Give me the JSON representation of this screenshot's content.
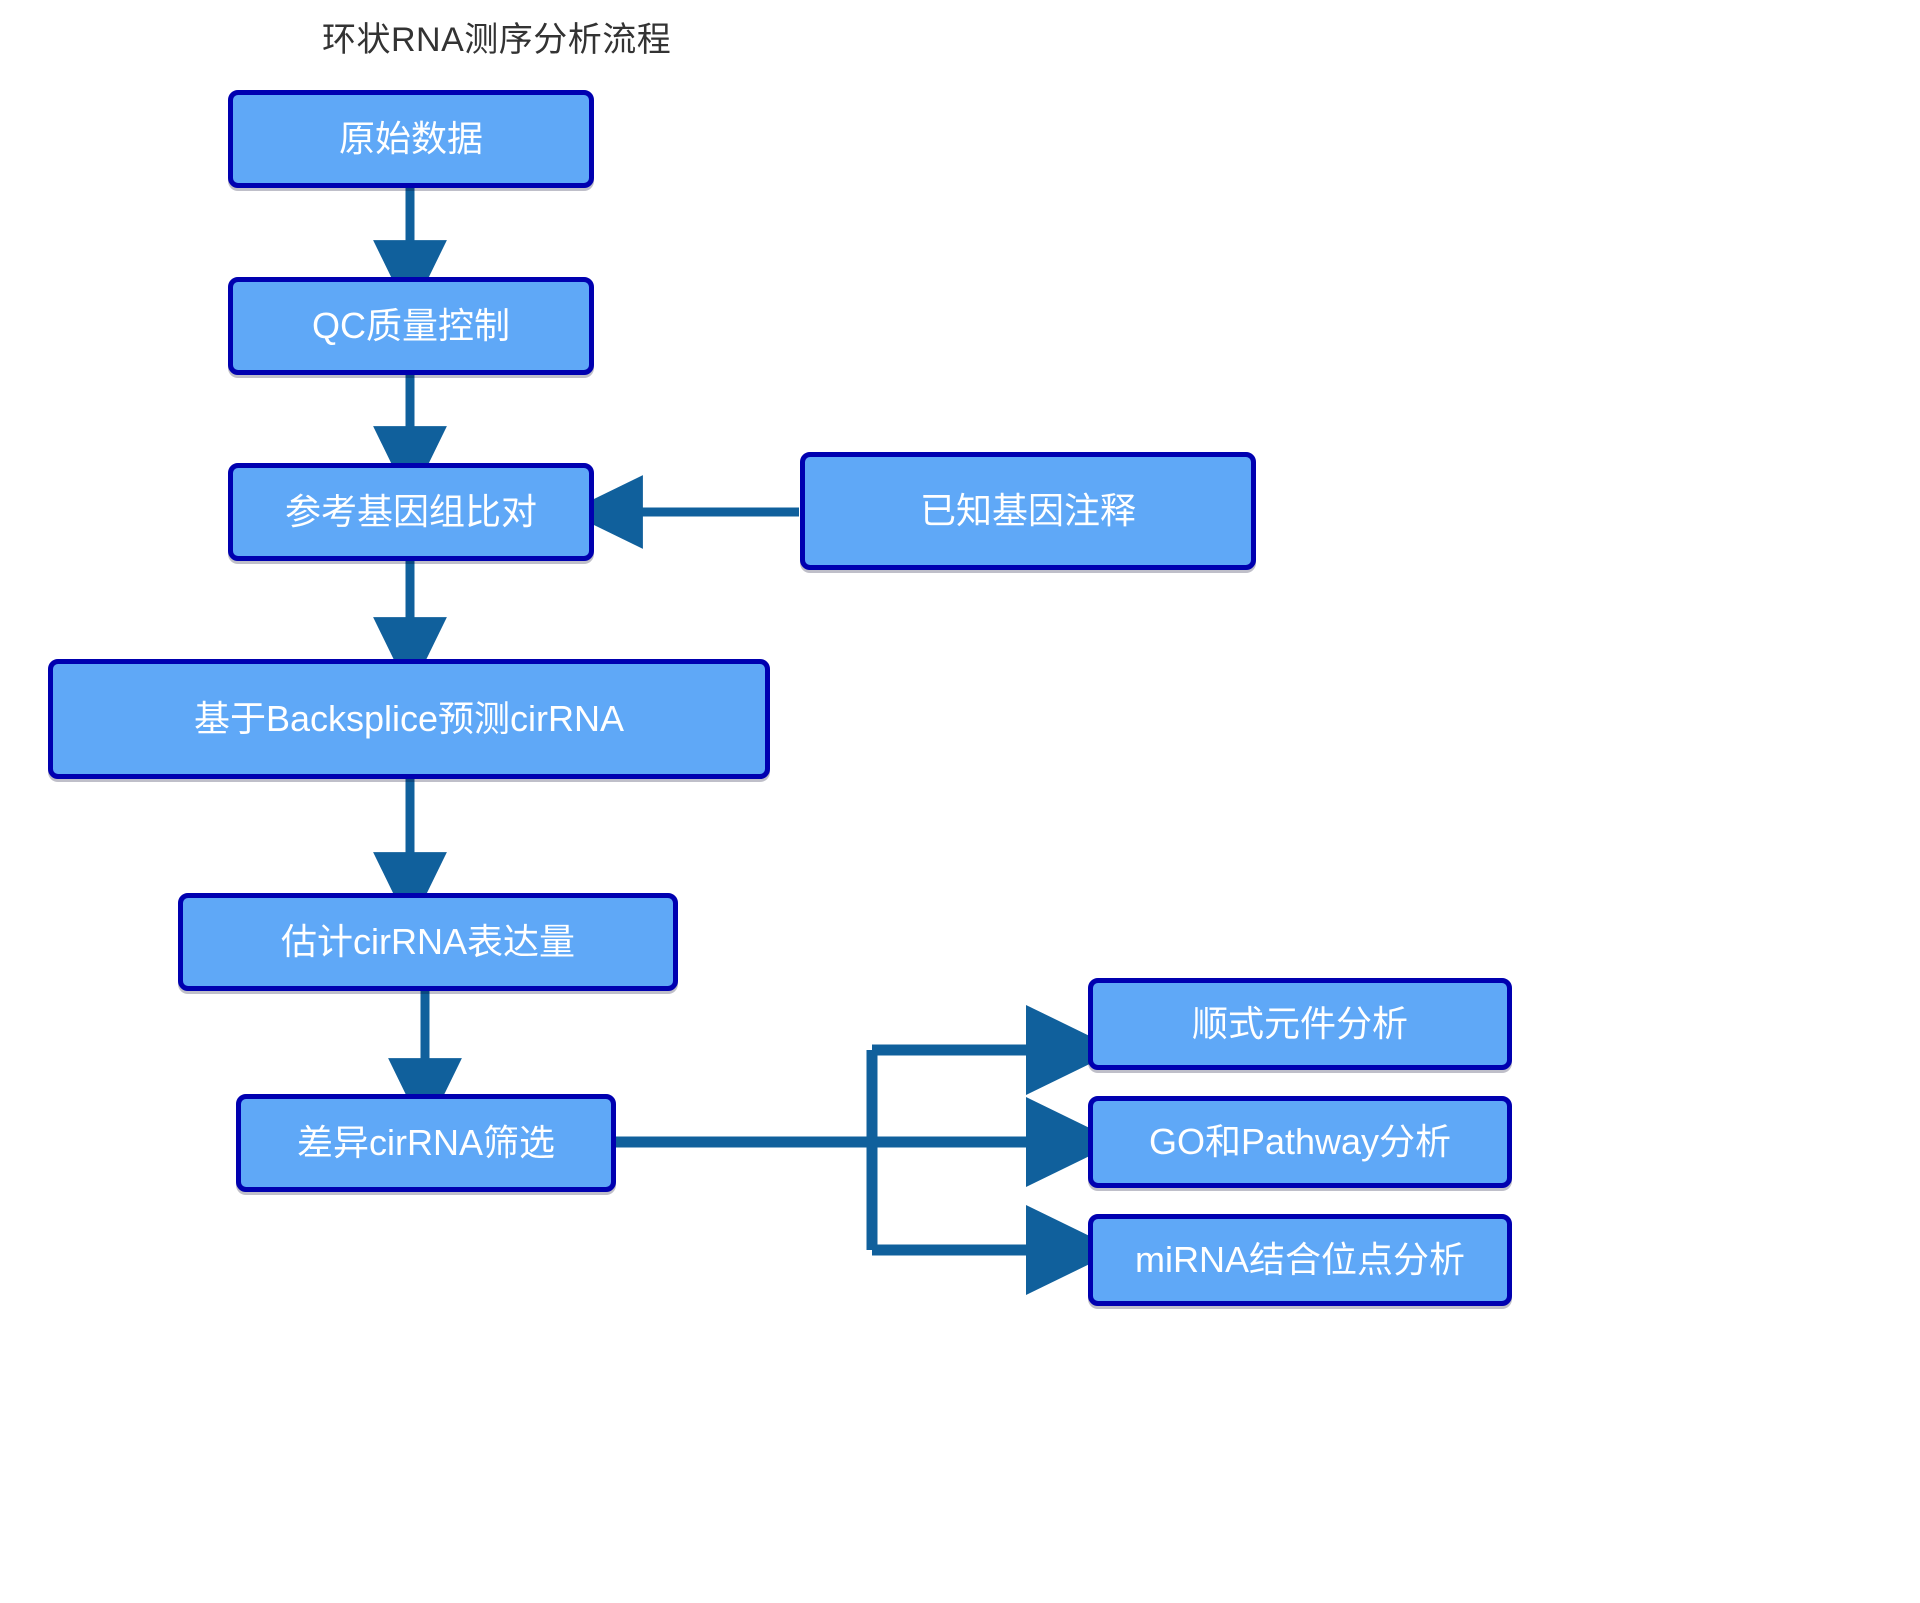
{
  "title": "环状RNA测序分析流程",
  "theme": {
    "node_fill": "#5FA8F7",
    "node_border": "#0000B0",
    "node_text": "#FFFFFF",
    "arrow": "#10609C",
    "title_text": "#333333",
    "background": "#FFFFFF"
  },
  "nodes": {
    "raw_data": "原始数据",
    "qc": "QC质量控制",
    "align": "参考基因组比对",
    "annotation": "已知基因注释",
    "backsplice": "基于Backsplice预测cirRNA",
    "expression": "估计cirRNA表达量",
    "diff": "差异cirRNA筛选",
    "cis_element": "顺式元件分析",
    "go_pathway": "GO和Pathway分析",
    "mirna_site": "miRNA结合位点分析"
  },
  "edges": [
    {
      "name": "raw-data-to-qc",
      "from": "raw_data",
      "to": "qc",
      "direction": "down"
    },
    {
      "name": "qc-to-align",
      "from": "qc",
      "to": "align",
      "direction": "down"
    },
    {
      "name": "annotation-to-align",
      "from": "annotation",
      "to": "align",
      "direction": "left"
    },
    {
      "name": "align-to-backsplice",
      "from": "align",
      "to": "backsplice",
      "direction": "down"
    },
    {
      "name": "backsplice-to-expression",
      "from": "backsplice",
      "to": "expression",
      "direction": "down"
    },
    {
      "name": "expression-to-diff",
      "from": "expression",
      "to": "diff",
      "direction": "down"
    },
    {
      "name": "diff-to-cis-element",
      "from": "diff",
      "to": "cis_element",
      "direction": "right"
    },
    {
      "name": "diff-to-go-pathway",
      "from": "diff",
      "to": "go_pathway",
      "direction": "right"
    },
    {
      "name": "diff-to-mirna-site",
      "from": "diff",
      "to": "mirna_site",
      "direction": "right"
    }
  ]
}
